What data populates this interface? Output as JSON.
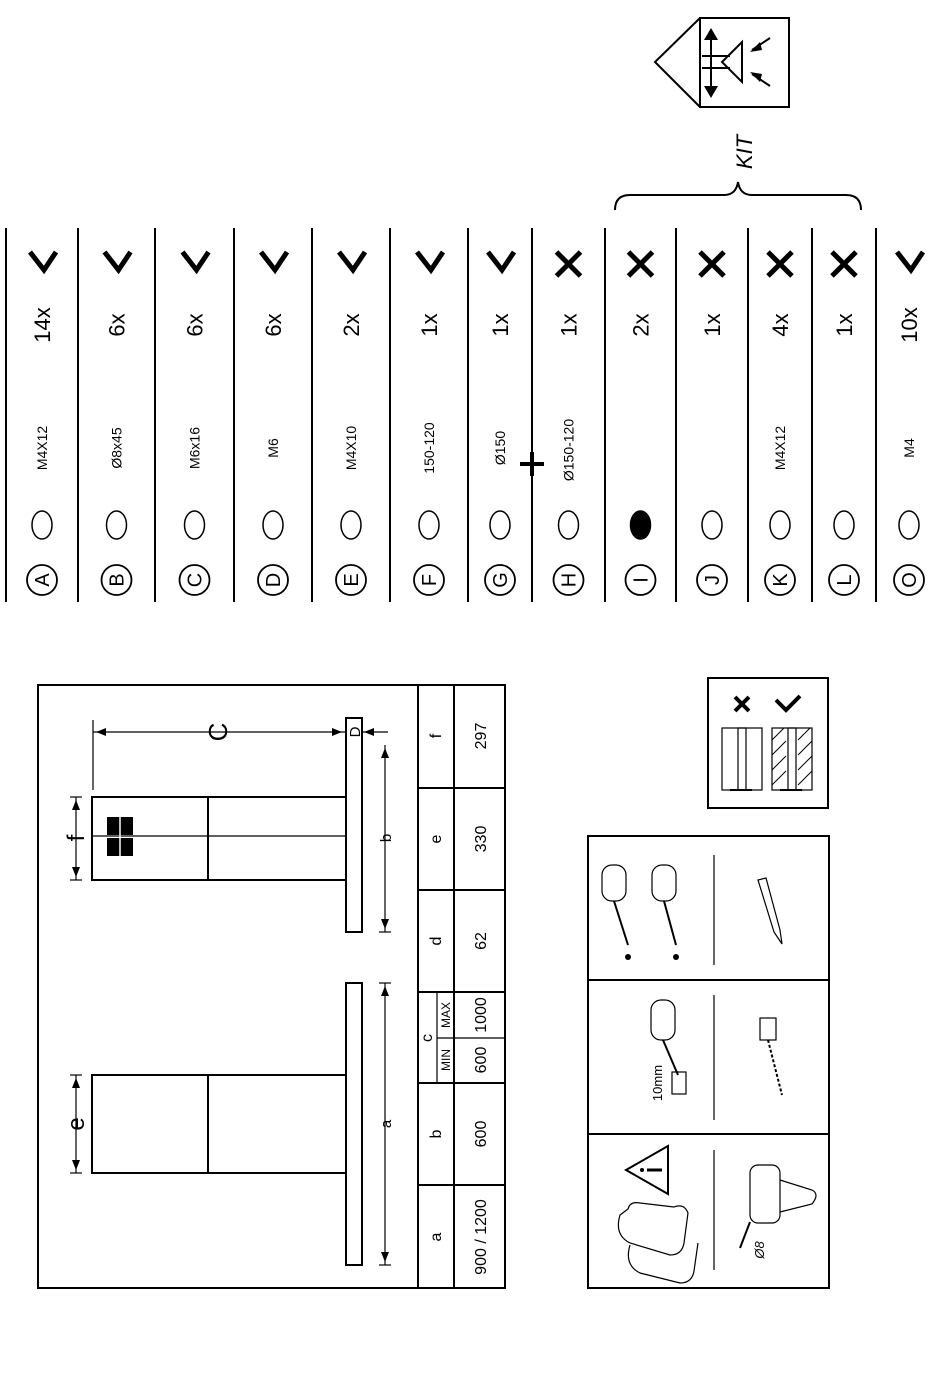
{
  "kit_label": "KIT",
  "parts": [
    {
      "letter": "A",
      "spec": "M4X12",
      "qty": "14x",
      "status": "check",
      "icon": "screw-icon"
    },
    {
      "letter": "B",
      "spec": "Ø8x45",
      "qty": "6x",
      "status": "check",
      "icon": "wall-plug-icon"
    },
    {
      "letter": "C",
      "spec": "M6x16",
      "qty": "6x",
      "status": "check",
      "icon": "bolt-icon"
    },
    {
      "letter": "D",
      "spec": "M6",
      "qty": "6x",
      "status": "check",
      "icon": "washer-icon"
    },
    {
      "letter": "E",
      "spec": "M4X10",
      "qty": "2x",
      "status": "check",
      "icon": "screw-icon"
    },
    {
      "letter": "F",
      "spec": "150-120",
      "qty": "1x",
      "status": "check",
      "icon": "reducer-icon"
    },
    {
      "letter": "G",
      "spec": "Ø150",
      "qty": "1x",
      "status": "check",
      "icon": "ring-icon"
    },
    {
      "letter": "H",
      "spec": "Ø150-120",
      "qty": "1x",
      "status": "cross",
      "icon": "flex-duct-icon"
    },
    {
      "letter": "I",
      "spec": "",
      "qty": "2x",
      "status": "cross",
      "icon": "filter-icon"
    },
    {
      "letter": "J",
      "spec": "",
      "qty": "1x",
      "status": "cross",
      "icon": "flange-icon"
    },
    {
      "letter": "K",
      "spec": "M4X12",
      "qty": "4x",
      "status": "cross",
      "icon": "screw-icon"
    },
    {
      "letter": "L",
      "spec": "",
      "qty": "1x",
      "status": "cross",
      "icon": "clip-icon"
    },
    {
      "letter": "O",
      "spec": "M4",
      "qty": "10x",
      "status": "check",
      "icon": "cage-nut-icon"
    }
  ],
  "dimensions_table": {
    "headers": [
      "a",
      "b",
      "c",
      "d",
      "e",
      "f"
    ],
    "c_sub": [
      "MIN",
      "MAX"
    ],
    "values": {
      "a": "900 / 1200",
      "b": "600",
      "c_min": "600",
      "c_max": "1000",
      "d": "62",
      "e": "330",
      "f": "297"
    }
  },
  "drawing_labels": {
    "a": "a",
    "b": "b",
    "c": "C",
    "d": "D",
    "e": "e",
    "f": "f"
  },
  "tools": {
    "wrench_size": "10mm",
    "drill_bit": "Ø8"
  }
}
